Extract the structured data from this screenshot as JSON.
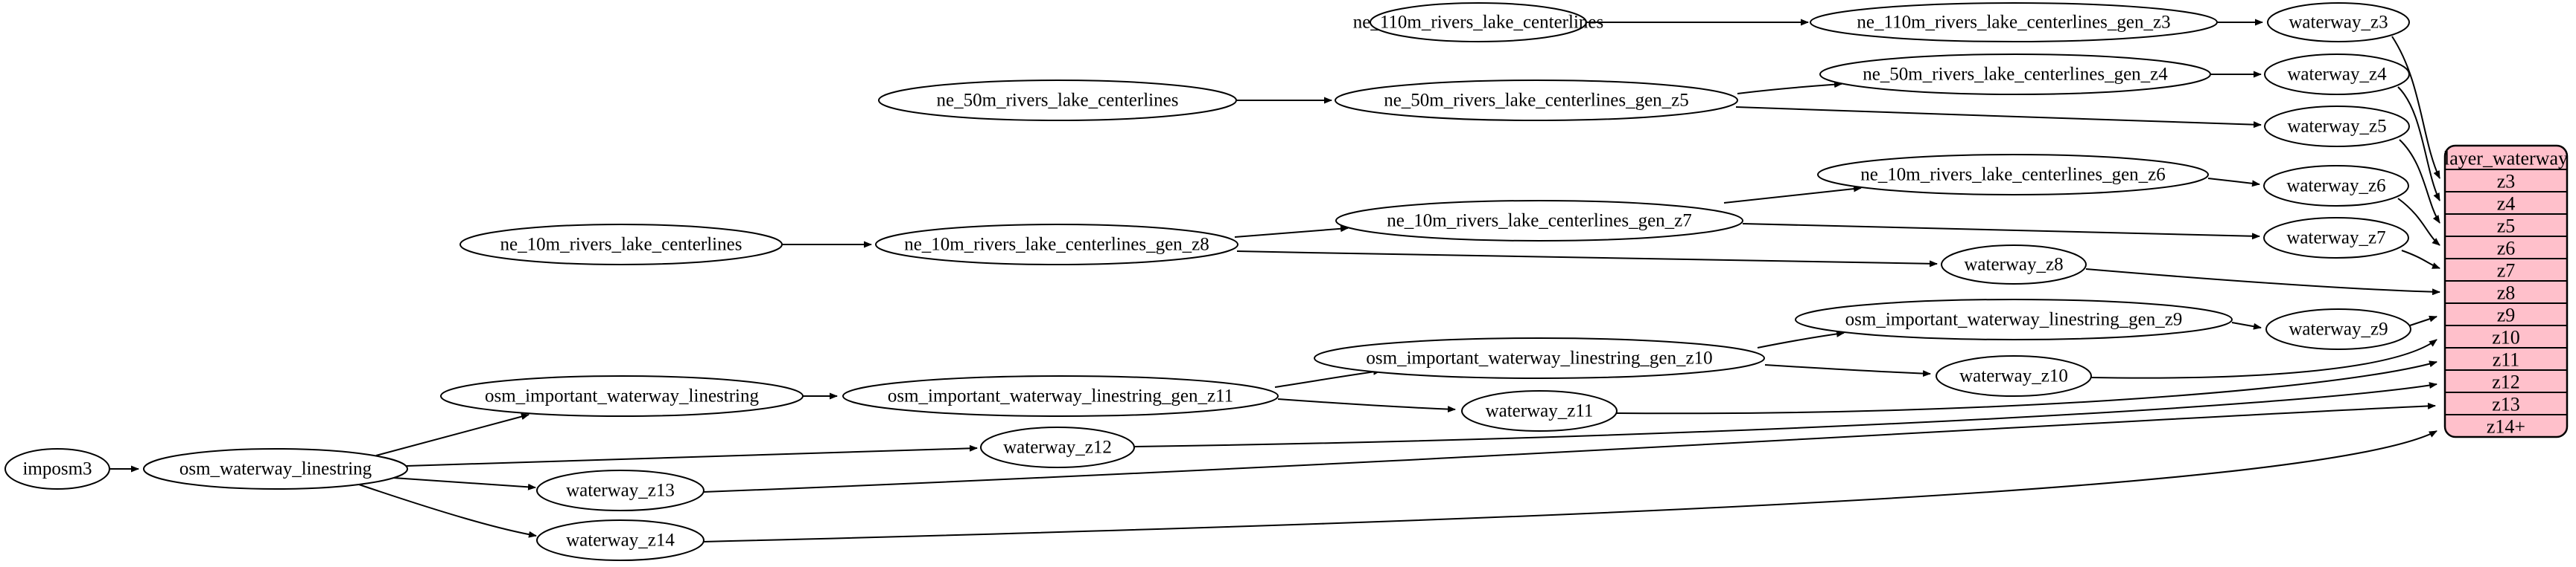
{
  "colors": {
    "table_fill": "#ffc0cb",
    "node_fill": "#ffffff",
    "stroke": "#000000",
    "background": "#ffffff"
  },
  "nodes": {
    "imposm3": {
      "label": "imposm3"
    },
    "osm_waterway_linestring": {
      "label": "osm_waterway_linestring"
    },
    "osm_important_waterway_linestring": {
      "label": "osm_important_waterway_linestring"
    },
    "osm_important_waterway_linestring_gen_z11": {
      "label": "osm_important_waterway_linestring_gen_z11"
    },
    "osm_important_waterway_linestring_gen_z10": {
      "label": "osm_important_waterway_linestring_gen_z10"
    },
    "osm_important_waterway_linestring_gen_z9": {
      "label": "osm_important_waterway_linestring_gen_z9"
    },
    "ne_110m_rivers_lake_centerlines": {
      "label": "ne_110m_rivers_lake_centerlines"
    },
    "ne_110m_rivers_lake_centerlines_gen_z3": {
      "label": "ne_110m_rivers_lake_centerlines_gen_z3"
    },
    "ne_50m_rivers_lake_centerlines": {
      "label": "ne_50m_rivers_lake_centerlines"
    },
    "ne_50m_rivers_lake_centerlines_gen_z5": {
      "label": "ne_50m_rivers_lake_centerlines_gen_z5"
    },
    "ne_50m_rivers_lake_centerlines_gen_z4": {
      "label": "ne_50m_rivers_lake_centerlines_gen_z4"
    },
    "ne_10m_rivers_lake_centerlines": {
      "label": "ne_10m_rivers_lake_centerlines"
    },
    "ne_10m_rivers_lake_centerlines_gen_z8": {
      "label": "ne_10m_rivers_lake_centerlines_gen_z8"
    },
    "ne_10m_rivers_lake_centerlines_gen_z7": {
      "label": "ne_10m_rivers_lake_centerlines_gen_z7"
    },
    "ne_10m_rivers_lake_centerlines_gen_z6": {
      "label": "ne_10m_rivers_lake_centerlines_gen_z6"
    },
    "waterway_z3": {
      "label": "waterway_z3"
    },
    "waterway_z4": {
      "label": "waterway_z4"
    },
    "waterway_z5": {
      "label": "waterway_z5"
    },
    "waterway_z6": {
      "label": "waterway_z6"
    },
    "waterway_z7": {
      "label": "waterway_z7"
    },
    "waterway_z8": {
      "label": "waterway_z8"
    },
    "waterway_z9": {
      "label": "waterway_z9"
    },
    "waterway_z10": {
      "label": "waterway_z10"
    },
    "waterway_z11": {
      "label": "waterway_z11"
    },
    "waterway_z12": {
      "label": "waterway_z12"
    },
    "waterway_z13": {
      "label": "waterway_z13"
    },
    "waterway_z14": {
      "label": "waterway_z14"
    }
  },
  "table": {
    "title": "layer_waterway",
    "rows": [
      "z3",
      "z4",
      "z5",
      "z6",
      "z7",
      "z8",
      "z9",
      "z10",
      "z11",
      "z12",
      "z13",
      "z14+"
    ]
  },
  "edges": [
    {
      "from": "imposm3",
      "to": "osm_waterway_linestring"
    },
    {
      "from": "osm_waterway_linestring",
      "to": "osm_important_waterway_linestring"
    },
    {
      "from": "osm_waterway_linestring",
      "to": "waterway_z12"
    },
    {
      "from": "osm_waterway_linestring",
      "to": "waterway_z13"
    },
    {
      "from": "osm_waterway_linestring",
      "to": "waterway_z14"
    },
    {
      "from": "osm_important_waterway_linestring",
      "to": "osm_important_waterway_linestring_gen_z11"
    },
    {
      "from": "osm_important_waterway_linestring_gen_z11",
      "to": "osm_important_waterway_linestring_gen_z10"
    },
    {
      "from": "osm_important_waterway_linestring_gen_z11",
      "to": "waterway_z11"
    },
    {
      "from": "osm_important_waterway_linestring_gen_z10",
      "to": "osm_important_waterway_linestring_gen_z9"
    },
    {
      "from": "osm_important_waterway_linestring_gen_z10",
      "to": "waterway_z10"
    },
    {
      "from": "osm_important_waterway_linestring_gen_z9",
      "to": "waterway_z9"
    },
    {
      "from": "ne_110m_rivers_lake_centerlines",
      "to": "ne_110m_rivers_lake_centerlines_gen_z3"
    },
    {
      "from": "ne_110m_rivers_lake_centerlines_gen_z3",
      "to": "waterway_z3"
    },
    {
      "from": "ne_50m_rivers_lake_centerlines",
      "to": "ne_50m_rivers_lake_centerlines_gen_z5"
    },
    {
      "from": "ne_50m_rivers_lake_centerlines_gen_z5",
      "to": "ne_50m_rivers_lake_centerlines_gen_z4"
    },
    {
      "from": "ne_50m_rivers_lake_centerlines_gen_z5",
      "to": "waterway_z5"
    },
    {
      "from": "ne_50m_rivers_lake_centerlines_gen_z4",
      "to": "waterway_z4"
    },
    {
      "from": "ne_10m_rivers_lake_centerlines",
      "to": "ne_10m_rivers_lake_centerlines_gen_z8"
    },
    {
      "from": "ne_10m_rivers_lake_centerlines_gen_z8",
      "to": "ne_10m_rivers_lake_centerlines_gen_z7"
    },
    {
      "from": "ne_10m_rivers_lake_centerlines_gen_z8",
      "to": "waterway_z8"
    },
    {
      "from": "ne_10m_rivers_lake_centerlines_gen_z7",
      "to": "ne_10m_rivers_lake_centerlines_gen_z6"
    },
    {
      "from": "ne_10m_rivers_lake_centerlines_gen_z7",
      "to": "waterway_z7"
    },
    {
      "from": "ne_10m_rivers_lake_centerlines_gen_z6",
      "to": "waterway_z6"
    },
    {
      "from": "waterway_z3",
      "to": "layer_waterway.z3"
    },
    {
      "from": "waterway_z4",
      "to": "layer_waterway.z4"
    },
    {
      "from": "waterway_z5",
      "to": "layer_waterway.z5"
    },
    {
      "from": "waterway_z6",
      "to": "layer_waterway.z6"
    },
    {
      "from": "waterway_z7",
      "to": "layer_waterway.z7"
    },
    {
      "from": "waterway_z8",
      "to": "layer_waterway.z8"
    },
    {
      "from": "waterway_z9",
      "to": "layer_waterway.z9"
    },
    {
      "from": "waterway_z10",
      "to": "layer_waterway.z10"
    },
    {
      "from": "waterway_z11",
      "to": "layer_waterway.z11"
    },
    {
      "from": "waterway_z12",
      "to": "layer_waterway.z12"
    },
    {
      "from": "waterway_z13",
      "to": "layer_waterway.z13"
    },
    {
      "from": "waterway_z14",
      "to": "layer_waterway.z14+"
    }
  ]
}
